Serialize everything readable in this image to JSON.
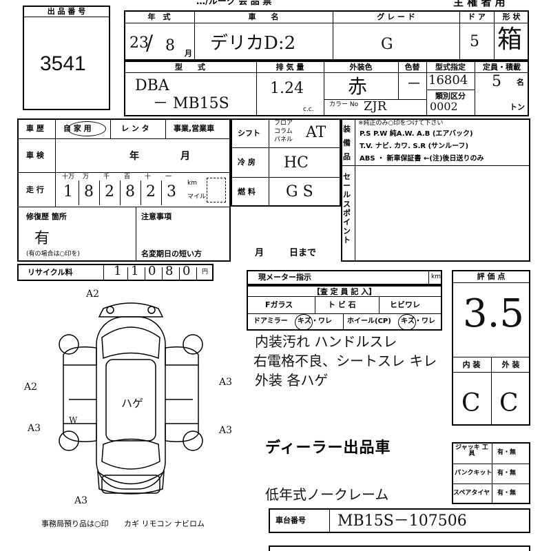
{
  "header": {
    "top_right": "主 権 者 用",
    "top_center_partial": "…/ルーク 会 品 票"
  },
  "lot": {
    "label": "出 品 番 号",
    "number": "3541"
  },
  "row1": {
    "year_label": "年　式",
    "name_label": "車　　名",
    "grade_label": "グ レ ー ド",
    "doors_label": "ド ア",
    "shape_label": "形 状",
    "year_value": "23",
    "month_value": "8",
    "month_unit": "月",
    "name_value": "デリカD:2",
    "grade_value": "G",
    "doors_value": "5",
    "shape_value": "箱"
  },
  "row2": {
    "model_label": "型　　式",
    "disp_label": "排 気 量",
    "ext_color_label": "外装色",
    "color_no_label": "色替",
    "model_spec_label": "型式指定",
    "capacity_label": "定員・積載",
    "class_label": "類別区分",
    "color_code_label": "カラー No",
    "model_value_1": "DBA",
    "model_value_2": "－ MB15S",
    "disp_value": "1.24",
    "cc": "c.c.",
    "ext_color_value": "赤",
    "color_no_value": "－",
    "model_spec_value": "16804",
    "class_value": "0002",
    "capacity_value": "5",
    "capacity_unit": "名",
    "ton_unit": "トン",
    "color_code_value": "ZJR"
  },
  "history": {
    "label": "車 歴",
    "own": "自 家 用",
    "rental": "レ ン タ",
    "business": "事業,営業車"
  },
  "inspection": {
    "label": "車 検",
    "year": "年",
    "month": "月"
  },
  "mileage": {
    "label": "走 行",
    "units": [
      "十万",
      "万",
      "千",
      "百",
      "十",
      "一"
    ],
    "digits": [
      "1",
      "8",
      "2",
      "8",
      "2",
      "3"
    ],
    "km": "km",
    "mile": "マイル"
  },
  "repair": {
    "label": "修復歴 箇所",
    "value": "有",
    "note": "(有の場合は○印を)"
  },
  "notes": {
    "label": "注意事項",
    "name_change": "名変期日の短い方",
    "month": "月",
    "day": "日まで"
  },
  "recycle": {
    "label": "リサイクル料",
    "digits": [
      "1",
      "1",
      "0",
      "8",
      "0"
    ],
    "yen": "円"
  },
  "shift": {
    "label": "シフト",
    "opts": [
      "フロア",
      "コラム",
      "パネル"
    ],
    "value": "AT"
  },
  "ac": {
    "label": "冷 房",
    "value": "HC"
  },
  "fuel": {
    "label": "燃 料",
    "value": "G S"
  },
  "equip": {
    "label": "装 備 品",
    "note": "※純正のみ○印をつけて下さい",
    "line1": "P.S  P.W  純A.W.  A.B (エアバック)",
    "line2": "T.V. ナビ. カワ. S.R (サンルーフ)",
    "line3": "ABS ・ 新車保証書 ←(注)後日送りのみ"
  },
  "sales": {
    "label": "セールスポイント"
  },
  "meter": {
    "label": "現メーター指示",
    "unit": "km"
  },
  "inspector": {
    "title": "【査 定 員 記 入】",
    "fglass": "Fガラス",
    "chip": "ト ビ 石",
    "crack": "ヒビワレ",
    "mirror": "ドアミラー",
    "mirror_opts": "キズ・ワレ",
    "wheel": "ホイール(CP)",
    "wheel_opts": "キズ・ワレ",
    "comment_1": "内装汚れ ハンドルスレ",
    "comment_2": "右電格不良、シートスレ キレ",
    "comment_3": "外装 各ハゲ",
    "dealer_stamp": "ディーラー出品車",
    "claim_note": "低年式ノークレーム"
  },
  "score": {
    "label": "評 価 点",
    "value": "3.5",
    "interior_label": "内 装",
    "exterior_label": "外 装",
    "interior_value": "C",
    "exterior_value": "C"
  },
  "tools": {
    "jack": "ジャッキ 工具",
    "puncture": "パンクキット",
    "spare": "スペアタイヤ",
    "opt": "有・無"
  },
  "chassis": {
    "label": "車台番号",
    "value": "MB15S－107506"
  },
  "diagram": {
    "marks": [
      "A2",
      "A2",
      "A3",
      "A3",
      "A3",
      "A3"
    ],
    "paint_note": "ハゲ",
    "lower_mark": "W"
  },
  "footer": {
    "office": "事務局預り品は○印",
    "items": "カギ リモコン ナビロム"
  }
}
